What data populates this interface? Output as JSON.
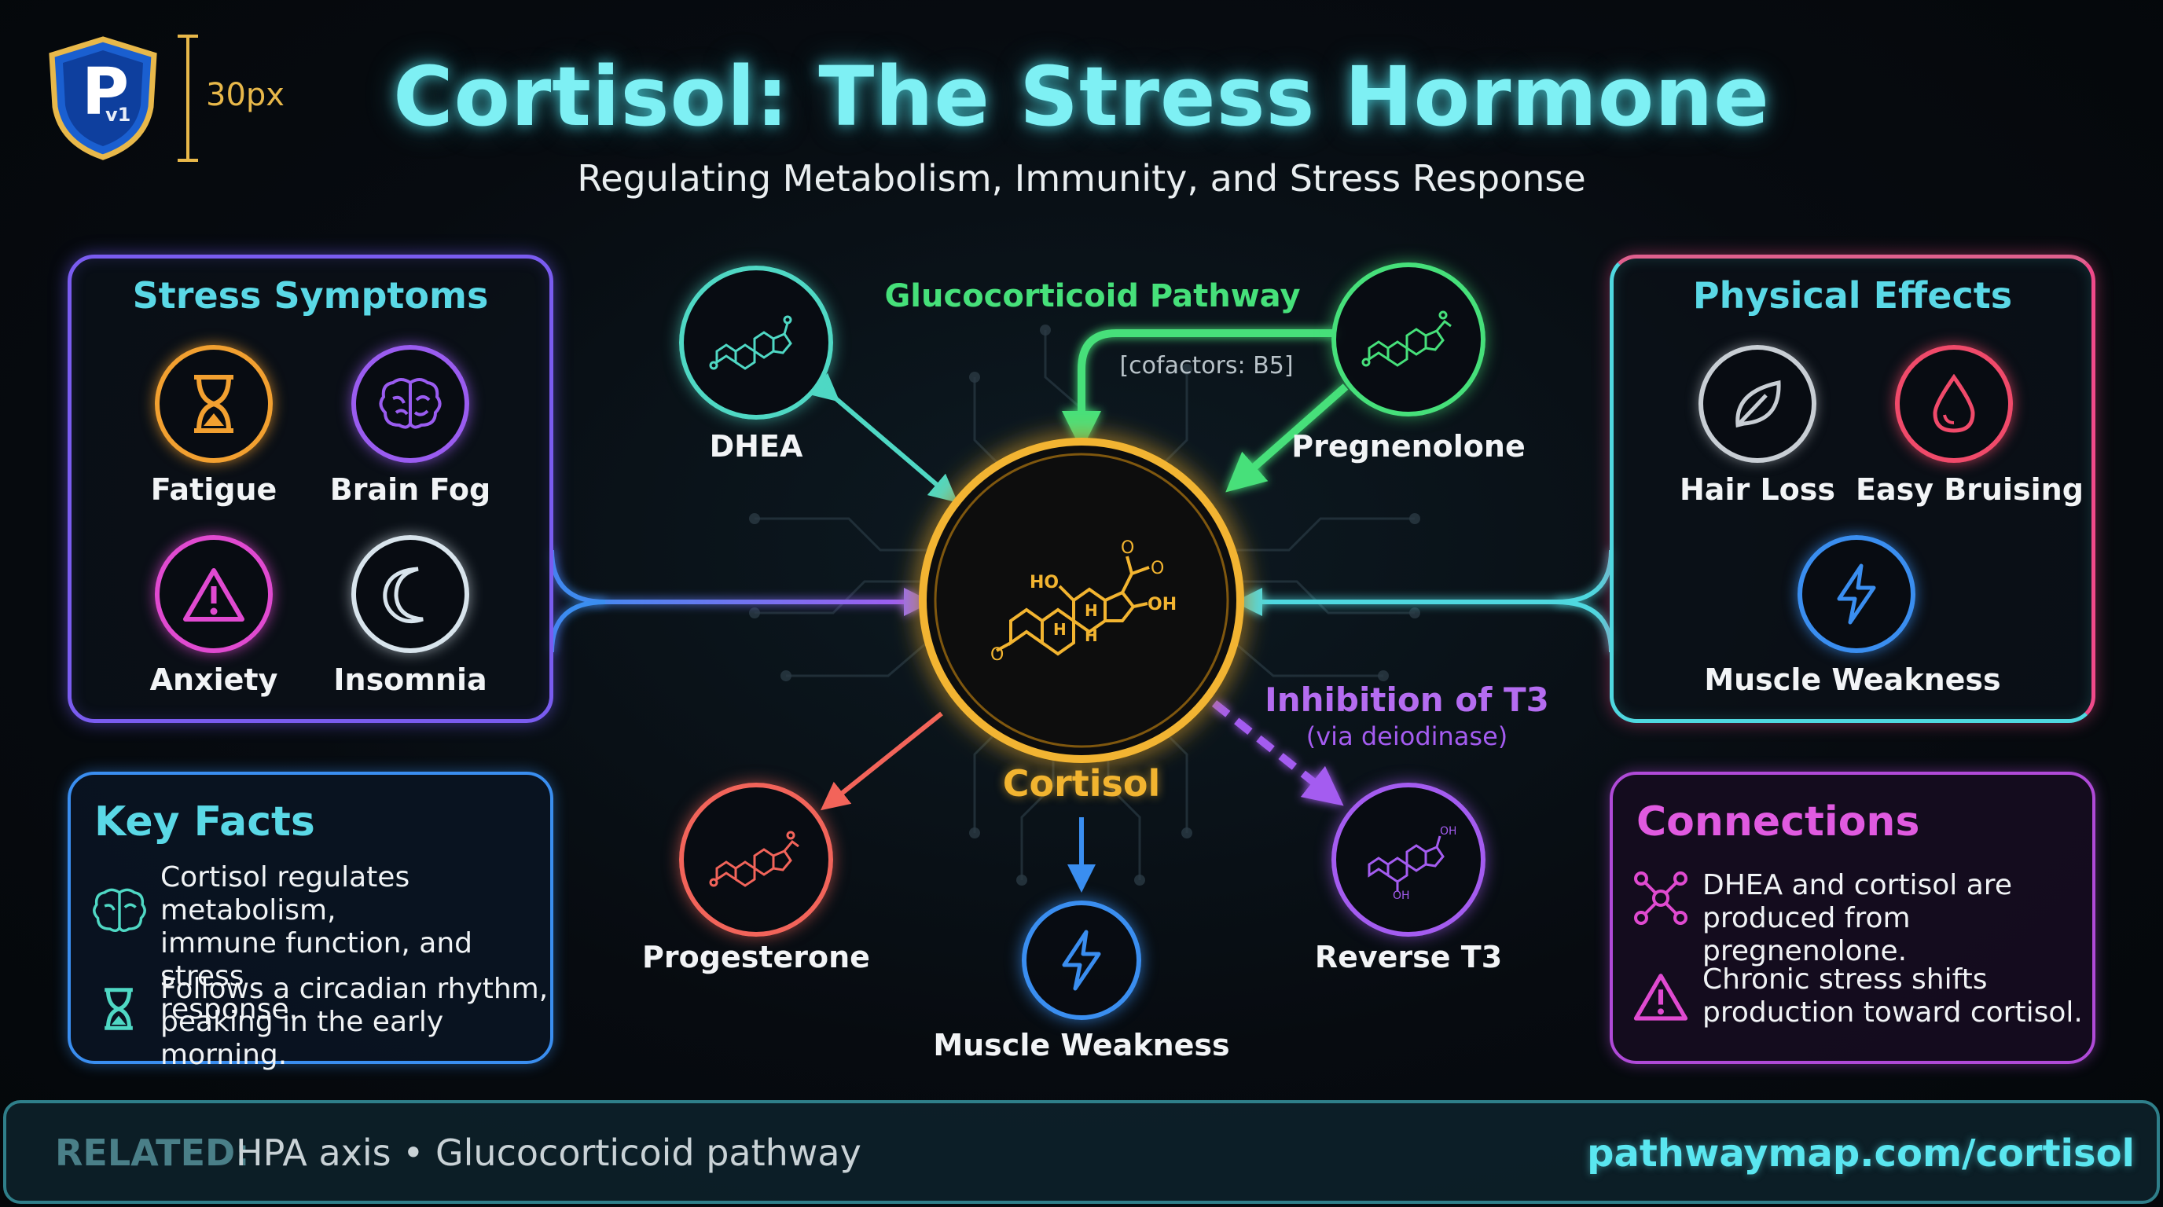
{
  "header": {
    "title": "Cortisol: The Stress Hormone",
    "subtitle": "Regulating Metabolism, Immunity, and Stress Response",
    "logo_letter": "P",
    "logo_version": "v1",
    "size_label": "30px"
  },
  "colors": {
    "title": "#7ef0f4",
    "cortisol": "#f2b430",
    "green": "#46e07a",
    "teal": "#4fd8c4",
    "coral": "#f2645a",
    "purple": "#a45cf0",
    "blue": "#3a8ef0",
    "pink": "#f04a8a"
  },
  "stress_symptoms": {
    "title": "Stress Symptoms",
    "items": [
      {
        "label": "Fatigue",
        "icon": "hourglass-icon"
      },
      {
        "label": "Brain Fog",
        "icon": "brain-icon"
      },
      {
        "label": "Anxiety",
        "icon": "warning-icon"
      },
      {
        "label": "Insomnia",
        "icon": "moon-icon"
      }
    ]
  },
  "physical_effects": {
    "title": "Physical Effects",
    "items": [
      {
        "label": "Hair Loss",
        "icon": "leaf-icon"
      },
      {
        "label": "Easy Bruising",
        "icon": "drop-icon"
      },
      {
        "label": "Muscle Weakness",
        "icon": "lightning-icon"
      }
    ]
  },
  "key_facts": {
    "title": "Key Facts",
    "items": [
      {
        "icon": "brain-icon",
        "lines": [
          "Cortisol regulates metabolism,",
          "immune function, and stress",
          "response."
        ]
      },
      {
        "icon": "hourglass-icon",
        "lines": [
          "Follows a circadian rhythm,",
          "peaking in the early morning."
        ]
      }
    ]
  },
  "connections": {
    "title": "Connections",
    "items": [
      {
        "icon": "network-icon",
        "lines": [
          "DHEA and cortisol are",
          "produced from pregnenolone."
        ]
      },
      {
        "icon": "warning-icon",
        "lines": [
          "Chronic stress shifts",
          "production toward cortisol."
        ]
      }
    ]
  },
  "pathway": {
    "center": {
      "label": "Cortisol",
      "mol_labels": [
        "HO",
        "OH",
        "H",
        "H",
        "H",
        "O",
        "O",
        "O"
      ]
    },
    "glucocorticoid_label": "Glucocorticoid Pathway",
    "cofactor_label": "[cofactors: B5]",
    "inhibition_label": "Inhibition of T3",
    "inhibition_sub": "(via deiodinase)",
    "nodes": {
      "dhea": "DHEA",
      "pregnenolone": "Pregnenolone",
      "progesterone": "Progesterone",
      "reverse_t3": "Reverse T3",
      "muscle": "Muscle Weakness"
    }
  },
  "footer": {
    "related_label": "RELATED:",
    "related_text": "HPA axis • Glucocorticoid pathway",
    "url": "pathwaymap.com/cortisol"
  }
}
